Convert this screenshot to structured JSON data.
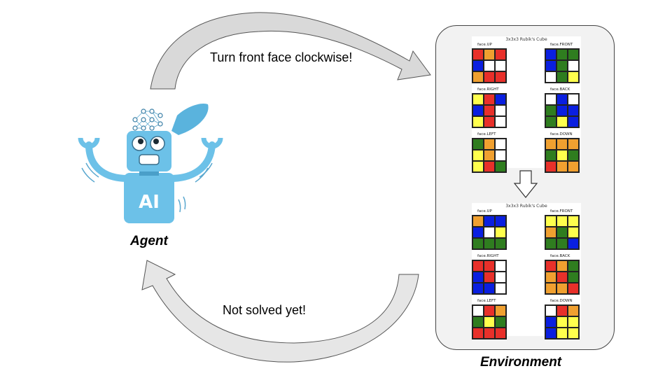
{
  "agent_label": "Agent",
  "environment_label": "Environment",
  "action_text": "Turn front face clockwise!",
  "feedback_text": "Not solved yet!",
  "robot": {
    "chest_text": "AI"
  },
  "colors": {
    "R": "#e8302a",
    "B": "#0a1fe0",
    "G": "#2f7d1f",
    "Y": "#ffff4d",
    "O": "#f0a030",
    "W": "#ffffff"
  },
  "cubes": [
    {
      "title": "3x3x3 Rubik's Cube",
      "faces": [
        {
          "name": "face.UP",
          "cells": [
            "R",
            "O",
            "R",
            "B",
            "W",
            "W",
            "O",
            "R",
            "R"
          ]
        },
        {
          "name": "face.FRONT",
          "cells": [
            "B",
            "G",
            "G",
            "B",
            "G",
            "W",
            "W",
            "G",
            "Y"
          ]
        },
        {
          "name": "face.RIGHT",
          "cells": [
            "Y",
            "R",
            "B",
            "B",
            "R",
            "W",
            "Y",
            "R",
            "W"
          ]
        },
        {
          "name": "face.BACK",
          "cells": [
            "W",
            "B",
            "W",
            "G",
            "B",
            "B",
            "G",
            "Y",
            "B"
          ]
        },
        {
          "name": "face.LEFT",
          "cells": [
            "G",
            "O",
            "W",
            "Y",
            "O",
            "W",
            "Y",
            "R",
            "G"
          ]
        },
        {
          "name": "face.DOWN",
          "cells": [
            "O",
            "O",
            "O",
            "G",
            "Y",
            "G",
            "R",
            "O",
            "O"
          ]
        }
      ]
    },
    {
      "title": "3x3x3 Rubik's Cube",
      "faces": [
        {
          "name": "face.UP",
          "cells": [
            "O",
            "B",
            "B",
            "B",
            "W",
            "Y",
            "G",
            "G",
            "G"
          ]
        },
        {
          "name": "face.FRONT",
          "cells": [
            "Y",
            "Y",
            "Y",
            "O",
            "G",
            "Y",
            "G",
            "G",
            "B"
          ]
        },
        {
          "name": "face.RIGHT",
          "cells": [
            "R",
            "R",
            "W",
            "B",
            "R",
            "W",
            "B",
            "B",
            "W"
          ]
        },
        {
          "name": "face.BACK",
          "cells": [
            "R",
            "O",
            "G",
            "O",
            "R",
            "G",
            "O",
            "O",
            "R"
          ]
        },
        {
          "name": "face.LEFT",
          "cells": [
            "W",
            "R",
            "O",
            "G",
            "Y",
            "G",
            "R",
            "R",
            "R"
          ]
        },
        {
          "name": "face.DOWN",
          "cells": [
            "W",
            "R",
            "O",
            "B",
            "Y",
            "Y",
            "B",
            "Y",
            "Y"
          ]
        }
      ]
    }
  ]
}
